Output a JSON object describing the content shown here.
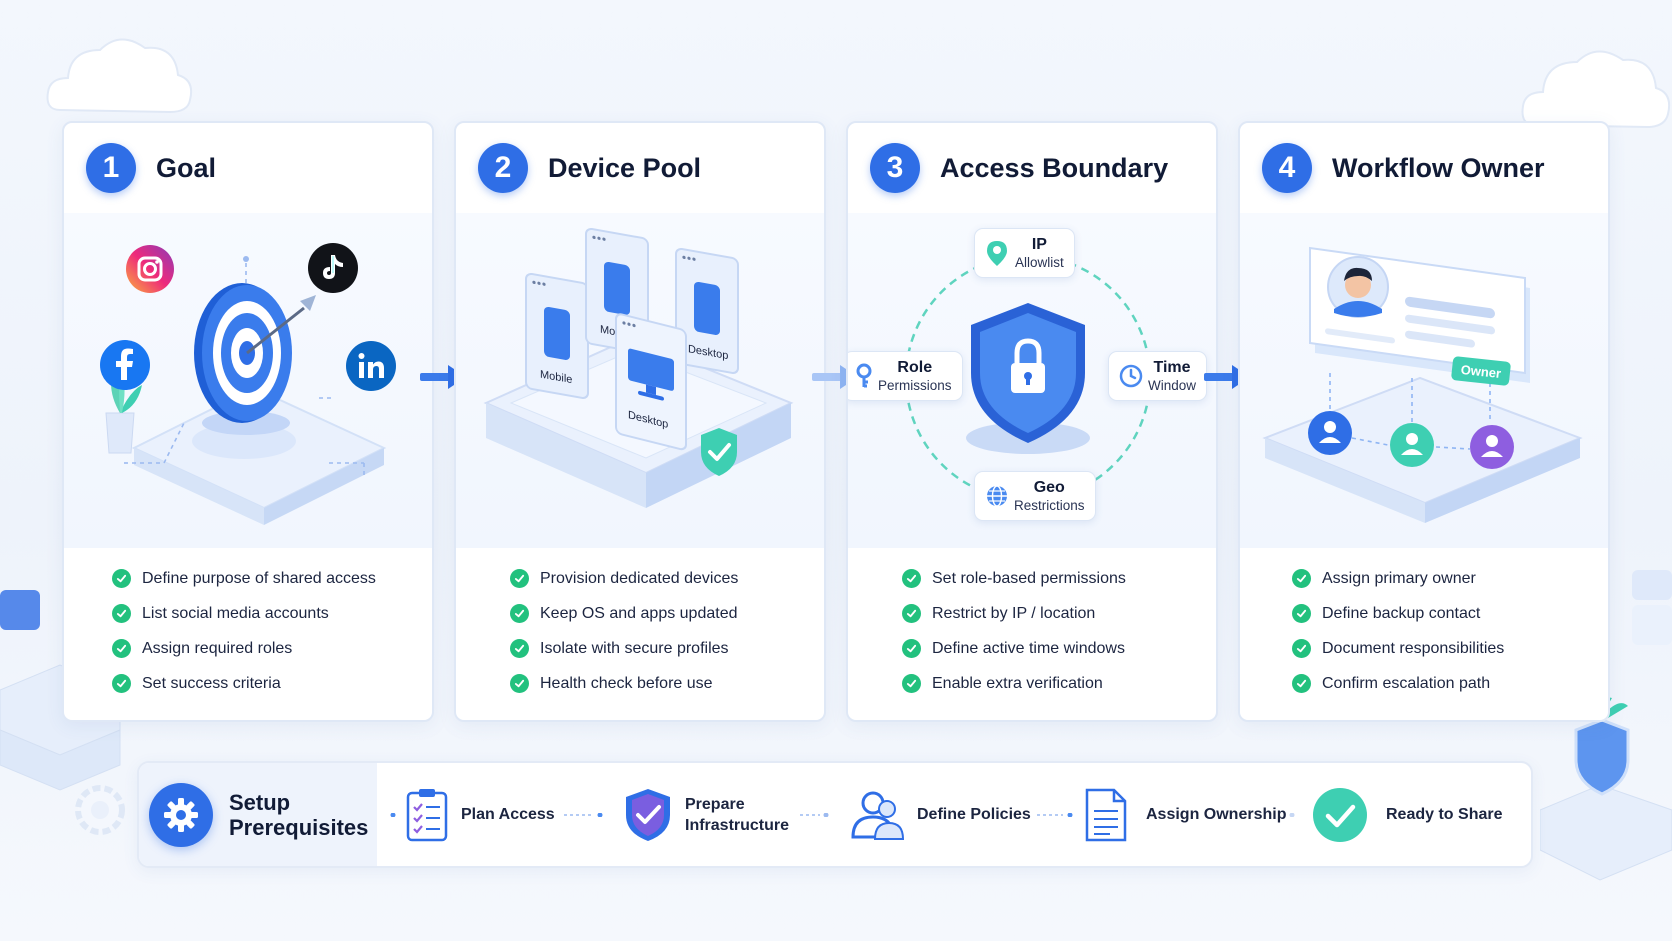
{
  "cards": [
    {
      "number": "1",
      "title": "Goal",
      "items": [
        "Define purpose of shared access",
        "List social media accounts",
        "Assign required roles",
        "Set success criteria"
      ]
    },
    {
      "number": "2",
      "title": "Device Pool",
      "items": [
        "Provision dedicated devices",
        "Keep OS and apps updated",
        "Isolate with secure profiles",
        "Health check before use"
      ],
      "device_labels": [
        "Mobile",
        "Mobile",
        "Desktop",
        "Desktop"
      ]
    },
    {
      "number": "3",
      "title": "Access Boundary",
      "items": [
        "Set role-based permissions",
        "Restrict by IP / location",
        "Define active time windows",
        "Enable extra verification"
      ],
      "tags": {
        "ip": {
          "title": "IP",
          "sub": "Allowlist"
        },
        "role": {
          "title": "Role",
          "sub": "Permissions"
        },
        "time": {
          "title": "Time",
          "sub": "Window"
        },
        "geo": {
          "title": "Geo",
          "sub": "Restrictions"
        }
      }
    },
    {
      "number": "4",
      "title": "Workflow Owner",
      "items": [
        "Assign primary owner",
        "Define backup contact",
        "Document responsibilities",
        "Confirm escalation path"
      ],
      "owner_badge": "Owner"
    }
  ],
  "bottom_bar": {
    "title_line1": "Setup",
    "title_line2": "Prerequisites",
    "steps": [
      {
        "line1": "Plan Access",
        "line2": "",
        "icon": "clipboard-checklist-icon"
      },
      {
        "line1": "Prepare",
        "line2": "Infrastructure",
        "icon": "shield-check-icon"
      },
      {
        "line1": "Define Policies",
        "line2": "",
        "icon": "users-icon"
      },
      {
        "line1": "Assign Ownership",
        "line2": "",
        "icon": "document-icon"
      },
      {
        "line1": "Ready to Share",
        "line2": "",
        "icon": "checkmark-circle-icon"
      }
    ]
  },
  "colors": {
    "primary_blue": "#2f6ee6",
    "check_green": "#22c17e",
    "teal": "#3ecfb2",
    "purple": "#8e5ee0"
  }
}
